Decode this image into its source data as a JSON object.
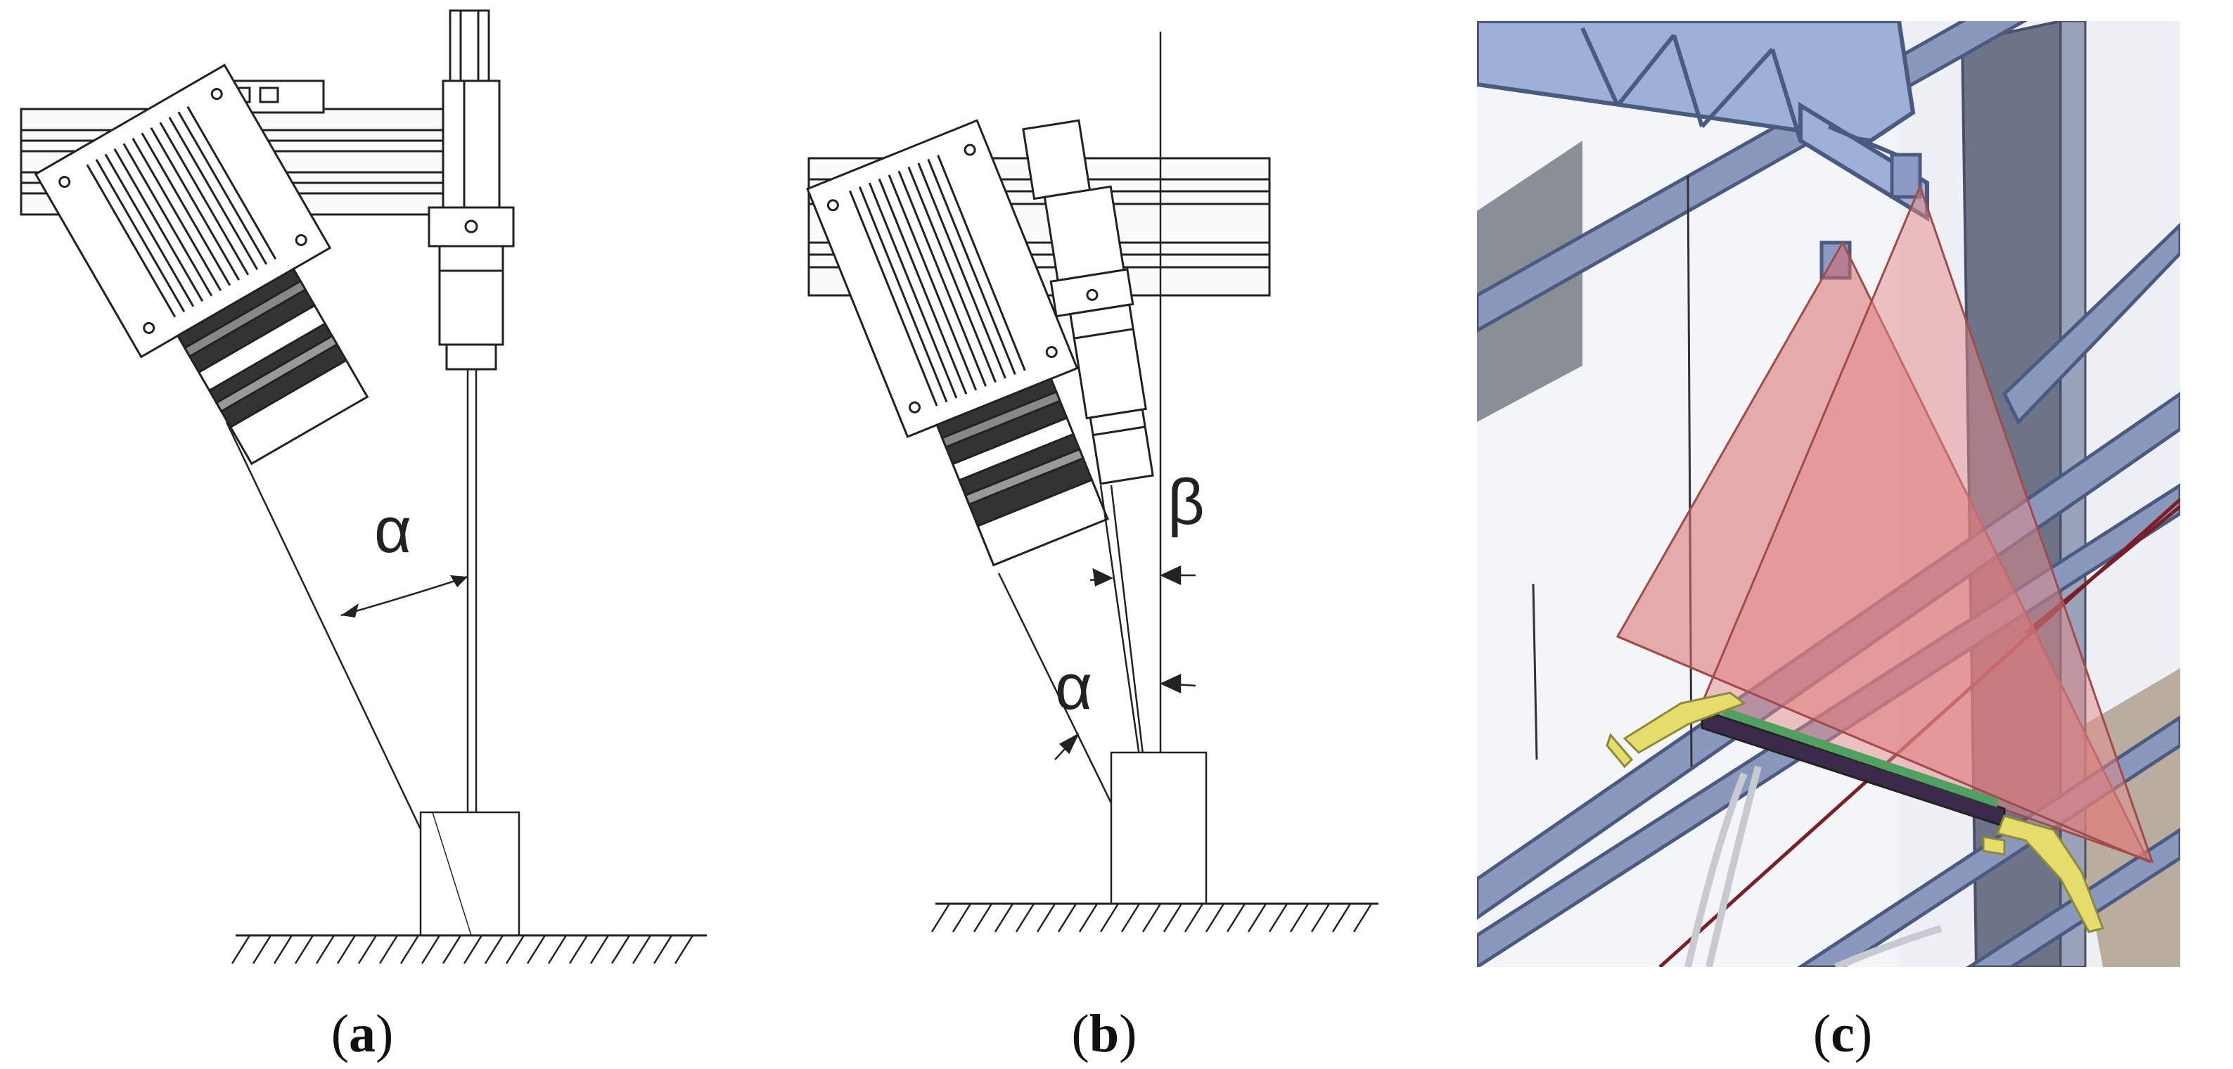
{
  "panels": [
    {
      "id": "a",
      "caption_open": "(",
      "caption_letter": "a",
      "caption_close": ")",
      "angle_label": "α"
    },
    {
      "id": "b",
      "caption_open": "(",
      "caption_letter": "b",
      "caption_close": ")",
      "angle_label_alpha": "α",
      "angle_label_beta": "β"
    },
    {
      "id": "c",
      "caption_open": "(",
      "caption_letter": "c",
      "caption_close": ")"
    }
  ],
  "colors": {
    "line": "#222222",
    "scan_plane": "#e07a7a",
    "steel": "#7f8fb0",
    "steel_dark": "#4b5a80",
    "bracket": "#e3d870",
    "background_3d": "#e9ecf2"
  }
}
